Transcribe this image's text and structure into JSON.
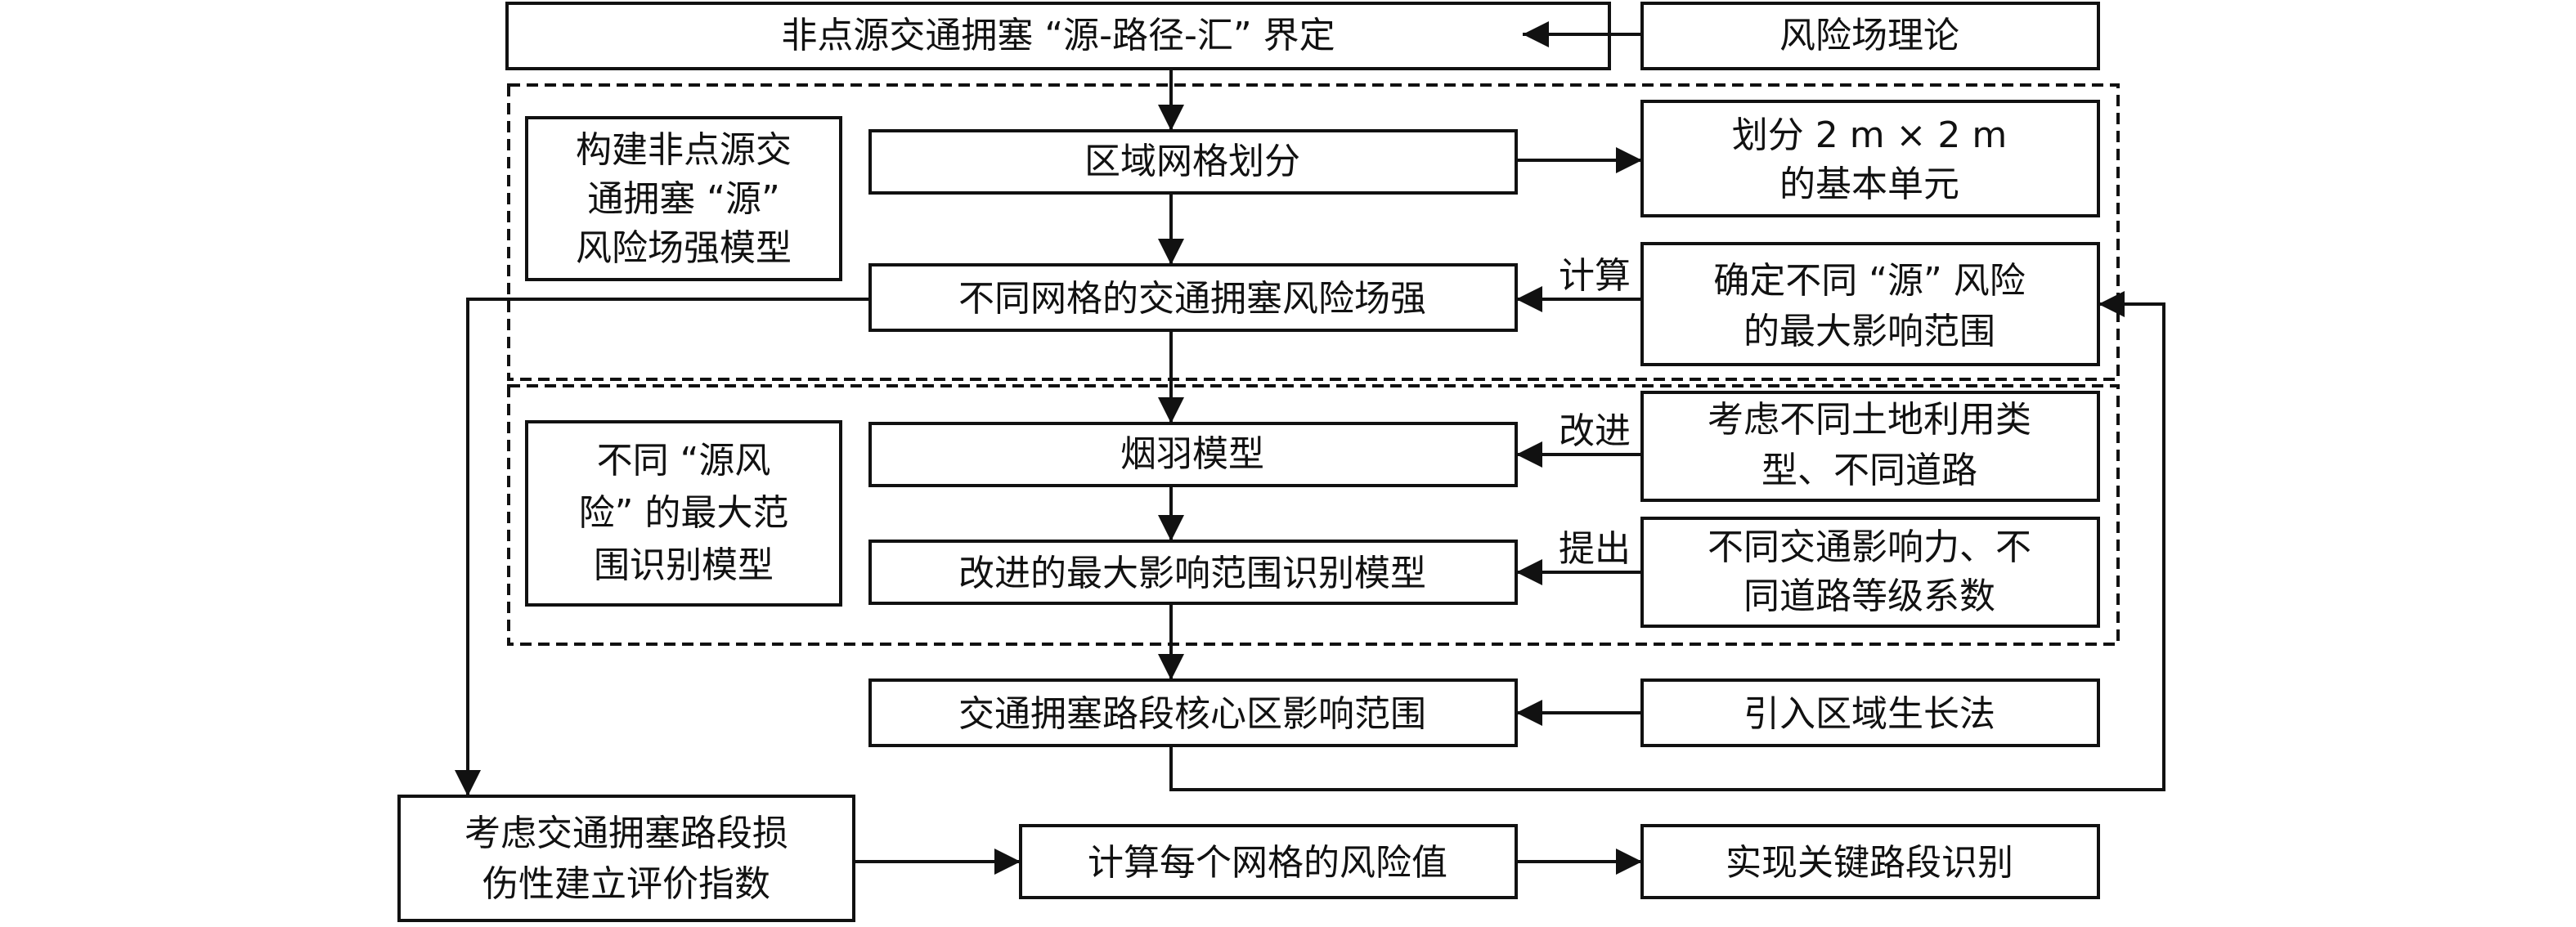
{
  "diagram": {
    "boxes": {
      "top_define": "非点源交通拥塞 “源-路径-汇” 界定",
      "risk_field_theory": "风险场理论",
      "grid_division": "区域网格划分",
      "basic_unit": [
        "划分 2 m × 2 m",
        "的基本单元"
      ],
      "field_strength": "不同网格的交通拥塞风险场强",
      "max_range_src": [
        "确定不同 “源” 风险",
        "的最大影响范围"
      ],
      "model_label_1": [
        "构建非点源交",
        "通拥塞 “源”",
        "风险场强模型"
      ],
      "plume_model": "烟羽模型",
      "land_use": [
        "考虑不同土地利用类",
        "型、不同道路"
      ],
      "improved_model": "改进的最大影响范围识别模型",
      "traffic_influence": [
        "不同交通影响力、不",
        "同道路等级系数"
      ],
      "model_label_2": [
        "不同 “源风",
        "险” 的最大范",
        "围识别模型"
      ],
      "core_range": "交通拥塞路段核心区影响范围",
      "region_growing": "引入区域生长法",
      "evaluation_index": [
        "考虑交通拥塞路段损",
        "伤性建立评价指数"
      ],
      "grid_risk_value": "计算每个网格的风险值",
      "key_section": "实现关键路段识别"
    },
    "edge_labels": {
      "calc": "计算",
      "improve": "改进",
      "propose": "提出"
    }
  }
}
